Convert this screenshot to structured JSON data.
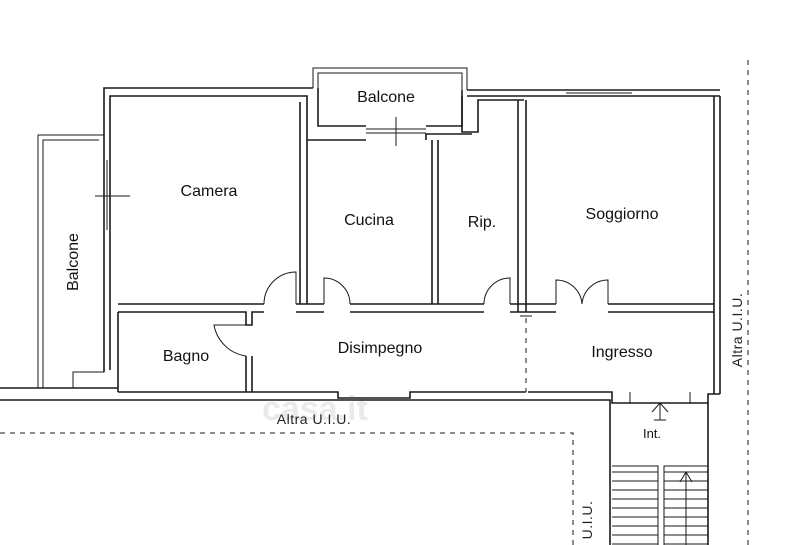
{
  "rooms": {
    "balcone_top": "Balcone",
    "balcone_left": "Balcone",
    "camera": "Camera",
    "cucina": "Cucina",
    "ripostiglio": "Rip.",
    "soggiorno": "Soggiorno",
    "bagno": "Bagno",
    "disimpegno": "Disimpegno",
    "ingresso": "Ingresso",
    "interno": "Int."
  },
  "neighbours": {
    "bottom": "Altra U.I.U.",
    "right": "Altra U.I.U.",
    "bottom_right": "U.I.U."
  },
  "watermark": "casa.it"
}
